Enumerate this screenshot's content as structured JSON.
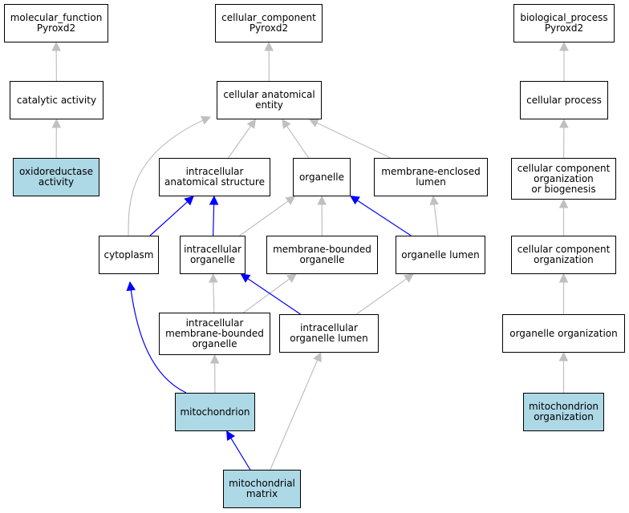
{
  "colors": {
    "highlight_fill": "#add8e6",
    "node_fill": "#ffffff",
    "node_border": "#000000",
    "is_a_edge": "#c0c0c0",
    "part_of_edge": "#0000ff"
  },
  "nodes": [
    {
      "id": "mf_root",
      "label": "molecular_function\nPyroxd2",
      "highlighted": false
    },
    {
      "id": "catalytic",
      "label": "catalytic activity",
      "highlighted": false
    },
    {
      "id": "oxidoreductase",
      "label": "oxidoreductase\nactivity",
      "highlighted": true
    },
    {
      "id": "cc_root",
      "label": "cellular_component\nPyroxd2",
      "highlighted": false
    },
    {
      "id": "cae",
      "label": "cellular anatomical\nentity",
      "highlighted": false
    },
    {
      "id": "ias",
      "label": "intracellular\nanatomical structure",
      "highlighted": false
    },
    {
      "id": "organelle",
      "label": "organelle",
      "highlighted": false
    },
    {
      "id": "mel",
      "label": "membrane-enclosed\nlumen",
      "highlighted": false
    },
    {
      "id": "cytoplasm",
      "label": "cytoplasm",
      "highlighted": false
    },
    {
      "id": "io",
      "label": "intracellular\norganelle",
      "highlighted": false
    },
    {
      "id": "mbo",
      "label": "membrane-bounded\norganelle",
      "highlighted": false
    },
    {
      "id": "ol",
      "label": "organelle lumen",
      "highlighted": false
    },
    {
      "id": "imbo",
      "label": "intracellular\nmembrane-bounded\norganelle",
      "highlighted": false
    },
    {
      "id": "iol",
      "label": "intracellular\norganelle lumen",
      "highlighted": false
    },
    {
      "id": "mito",
      "label": "mitochondrion",
      "highlighted": true
    },
    {
      "id": "matrix",
      "label": "mitochondrial\nmatrix",
      "highlighted": true
    },
    {
      "id": "bp_root",
      "label": "biological_process\nPyroxd2",
      "highlighted": false
    },
    {
      "id": "cp",
      "label": "cellular process",
      "highlighted": false
    },
    {
      "id": "ccob",
      "label": "cellular component\norganization\nor biogenesis",
      "highlighted": false
    },
    {
      "id": "cco",
      "label": "cellular component\norganization",
      "highlighted": false
    },
    {
      "id": "oo",
      "label": "organelle organization",
      "highlighted": false
    },
    {
      "id": "mo",
      "label": "mitochondrion\norganization",
      "highlighted": true
    }
  ],
  "edges": [
    {
      "from": "catalytic",
      "to": "mf_root",
      "type": "is_a"
    },
    {
      "from": "oxidoreductase",
      "to": "catalytic",
      "type": "is_a"
    },
    {
      "from": "cae",
      "to": "cc_root",
      "type": "is_a"
    },
    {
      "from": "cytoplasm",
      "to": "cae",
      "type": "is_a"
    },
    {
      "from": "ias",
      "to": "cae",
      "type": "is_a"
    },
    {
      "from": "organelle",
      "to": "cae",
      "type": "is_a"
    },
    {
      "from": "mel",
      "to": "cae",
      "type": "is_a"
    },
    {
      "from": "cytoplasm",
      "to": "ias",
      "type": "part_of"
    },
    {
      "from": "io",
      "to": "ias",
      "type": "part_of"
    },
    {
      "from": "io",
      "to": "organelle",
      "type": "is_a"
    },
    {
      "from": "mbo",
      "to": "organelle",
      "type": "is_a"
    },
    {
      "from": "ol",
      "to": "organelle",
      "type": "part_of"
    },
    {
      "from": "ol",
      "to": "mel",
      "type": "is_a"
    },
    {
      "from": "imbo",
      "to": "io",
      "type": "is_a"
    },
    {
      "from": "imbo",
      "to": "mbo",
      "type": "is_a"
    },
    {
      "from": "iol",
      "to": "io",
      "type": "part_of"
    },
    {
      "from": "iol",
      "to": "ol",
      "type": "is_a"
    },
    {
      "from": "mito",
      "to": "cytoplasm",
      "type": "part_of"
    },
    {
      "from": "mito",
      "to": "imbo",
      "type": "is_a"
    },
    {
      "from": "matrix",
      "to": "mito",
      "type": "part_of"
    },
    {
      "from": "matrix",
      "to": "iol",
      "type": "is_a"
    },
    {
      "from": "cp",
      "to": "bp_root",
      "type": "is_a"
    },
    {
      "from": "ccob",
      "to": "cp",
      "type": "is_a"
    },
    {
      "from": "cco",
      "to": "ccob",
      "type": "is_a"
    },
    {
      "from": "oo",
      "to": "cco",
      "type": "is_a"
    },
    {
      "from": "mo",
      "to": "oo",
      "type": "is_a"
    }
  ]
}
